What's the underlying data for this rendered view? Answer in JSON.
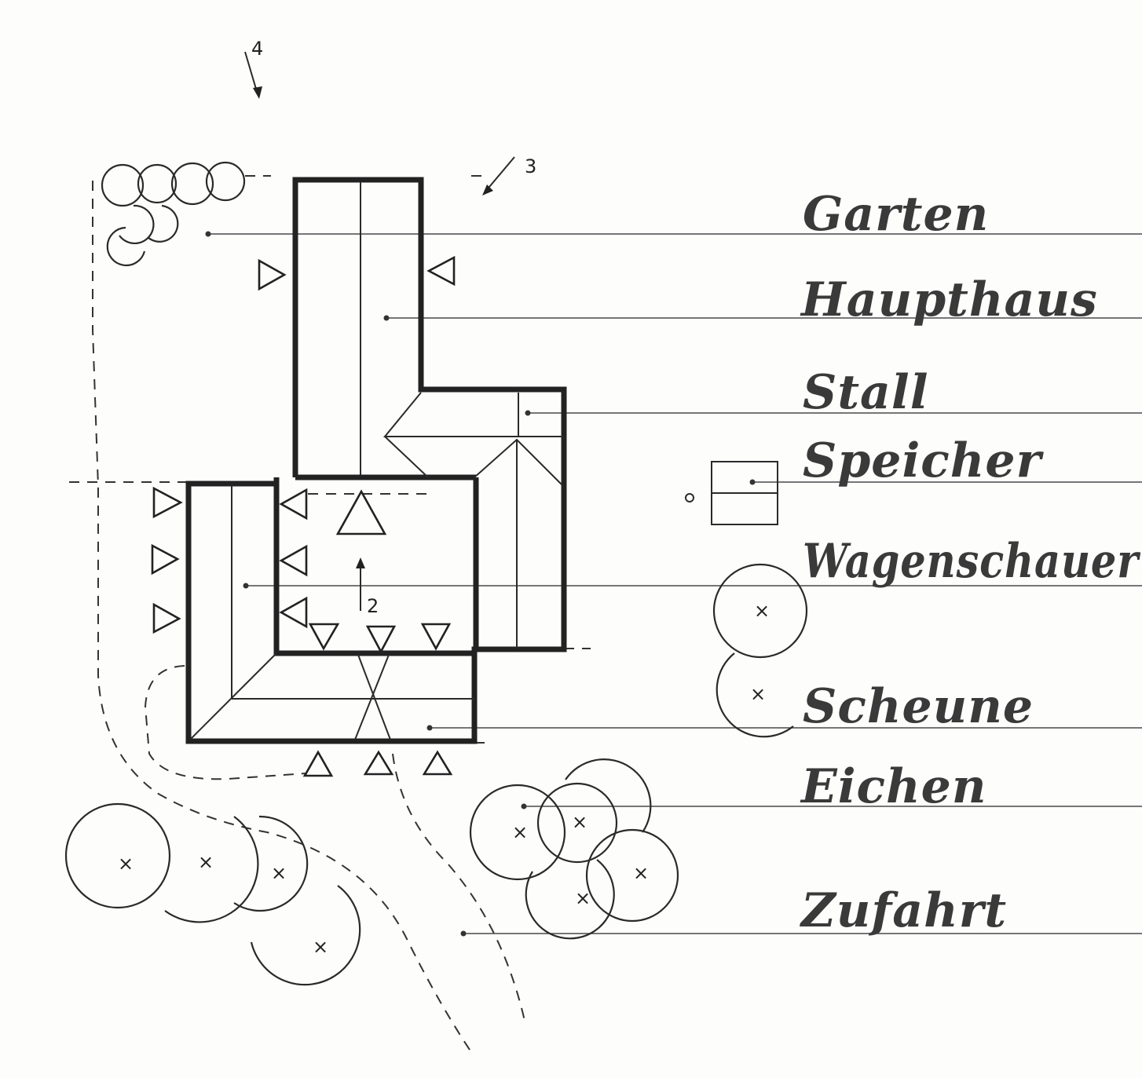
{
  "labels": {
    "garden": "Garten",
    "main_house": "Haupthaus",
    "stable": "Stall",
    "granary": "Speicher",
    "carriage_shed": "Wagenschauer",
    "barn": "Scheune",
    "oaks": "Eichen",
    "driveway": "Zufahrt"
  },
  "view_markers": {
    "two": "2",
    "three": "3",
    "four": "4"
  },
  "colors": {
    "ink": "#2a2a2a",
    "paper": "#fdfdfc",
    "label_ink": "#3a3a3a"
  }
}
